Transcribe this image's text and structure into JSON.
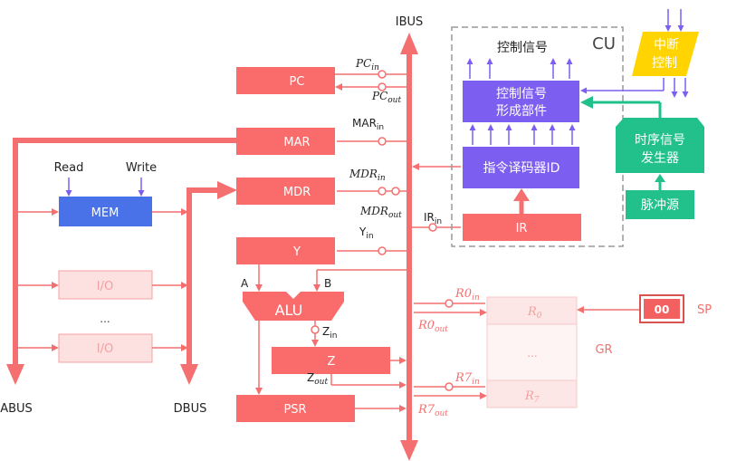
{
  "buses": {
    "ibus": "IBUS",
    "abus": "ABUS",
    "dbus": "DBUS"
  },
  "registers": {
    "pc": "PC",
    "mar": "MAR",
    "mdr": "MDR",
    "y": "Y",
    "alu": "ALU",
    "z": "Z",
    "psr": "PSR",
    "ir": "IR"
  },
  "memory": {
    "mem": "MEM",
    "read": "Read",
    "write": "Write",
    "io1": "I/O",
    "io2": "I/O",
    "ellipsis": "..."
  },
  "cu": {
    "title": "CU",
    "signals_label": "控制信号",
    "ctrl_unit_line1": "控制信号",
    "ctrl_unit_line2": "形成部件",
    "decoder": "指令译码器ID",
    "interrupt_line1": "中断",
    "interrupt_line2": "控制",
    "timing_line1": "时序信号",
    "timing_line2": "发生器",
    "pulse": "脉冲源"
  },
  "gr": {
    "label": "GR",
    "r0": "R",
    "r0_sub": "0",
    "ellipsis": "...",
    "r7": "R",
    "r7_sub": "7"
  },
  "sp": {
    "value": "00",
    "label": "SP"
  },
  "ports": {
    "pc_in": "PC",
    "pc_in_sub": "in",
    "pc_out": "PC",
    "pc_out_sub": "out",
    "mar_in": "MAR",
    "mar_in_sub": "in",
    "mdr_in": "MDR",
    "mdr_in_sub": "in",
    "mdr_out": "MDR",
    "mdr_out_sub": "out",
    "ir_in": "IR",
    "ir_in_sub": "in",
    "y_in": "Y",
    "y_in_sub": "in",
    "alu_a": "A",
    "alu_b": "B",
    "z_in": "Z",
    "z_in_sub": "in",
    "z_out": "Z",
    "z_out_sub": "out",
    "r0_in": "R0",
    "r0_in_sub": "in",
    "r0_out": "R0",
    "r0_out_sub": "out",
    "r7_in": "R7",
    "r7_in_sub": "in",
    "r7_out": "R7",
    "r7_out_sub": "out"
  },
  "colors": {
    "reg": "#fa6b6b",
    "bus": "#f47070",
    "purple": "#7c5ff0",
    "blue": "#4a72e8",
    "green": "#22c08a",
    "yellow": "#ffd400",
    "faded": "#fde0e0",
    "gr": "#fde6e6"
  }
}
